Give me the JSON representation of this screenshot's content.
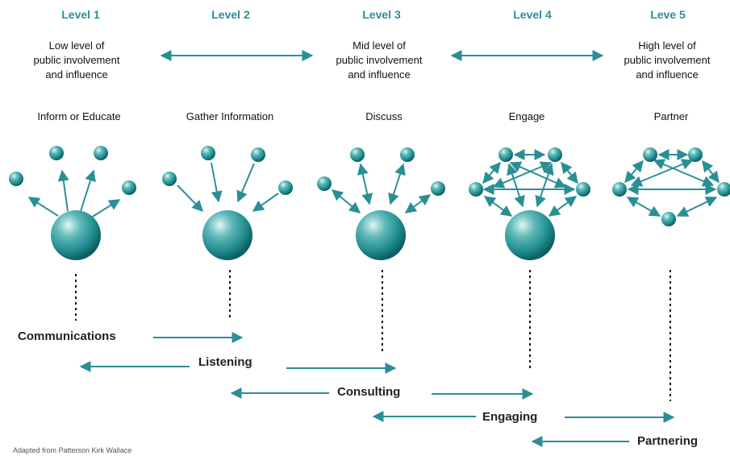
{
  "levels": [
    "Level 1",
    "Level 2",
    "Level 3",
    "Level 4",
    "Leve 5"
  ],
  "influence": {
    "low": [
      "Low level of",
      "public involvement",
      "and influence"
    ],
    "mid": [
      "Mid level of",
      "public involvement",
      "and influence"
    ],
    "high": [
      "High level of",
      "public involvement",
      "and influence"
    ]
  },
  "stages": [
    "Inform or Educate",
    "Gather Information",
    "Discuss",
    "Engage",
    "Partner"
  ],
  "bands": [
    "Communications",
    "Listening",
    "Consulting",
    "Engaging",
    "Partnering"
  ],
  "credit": "Adapted from Patterson Kirk Wallace",
  "colors": {
    "teal": "#2a8f95",
    "text": "#111111"
  }
}
